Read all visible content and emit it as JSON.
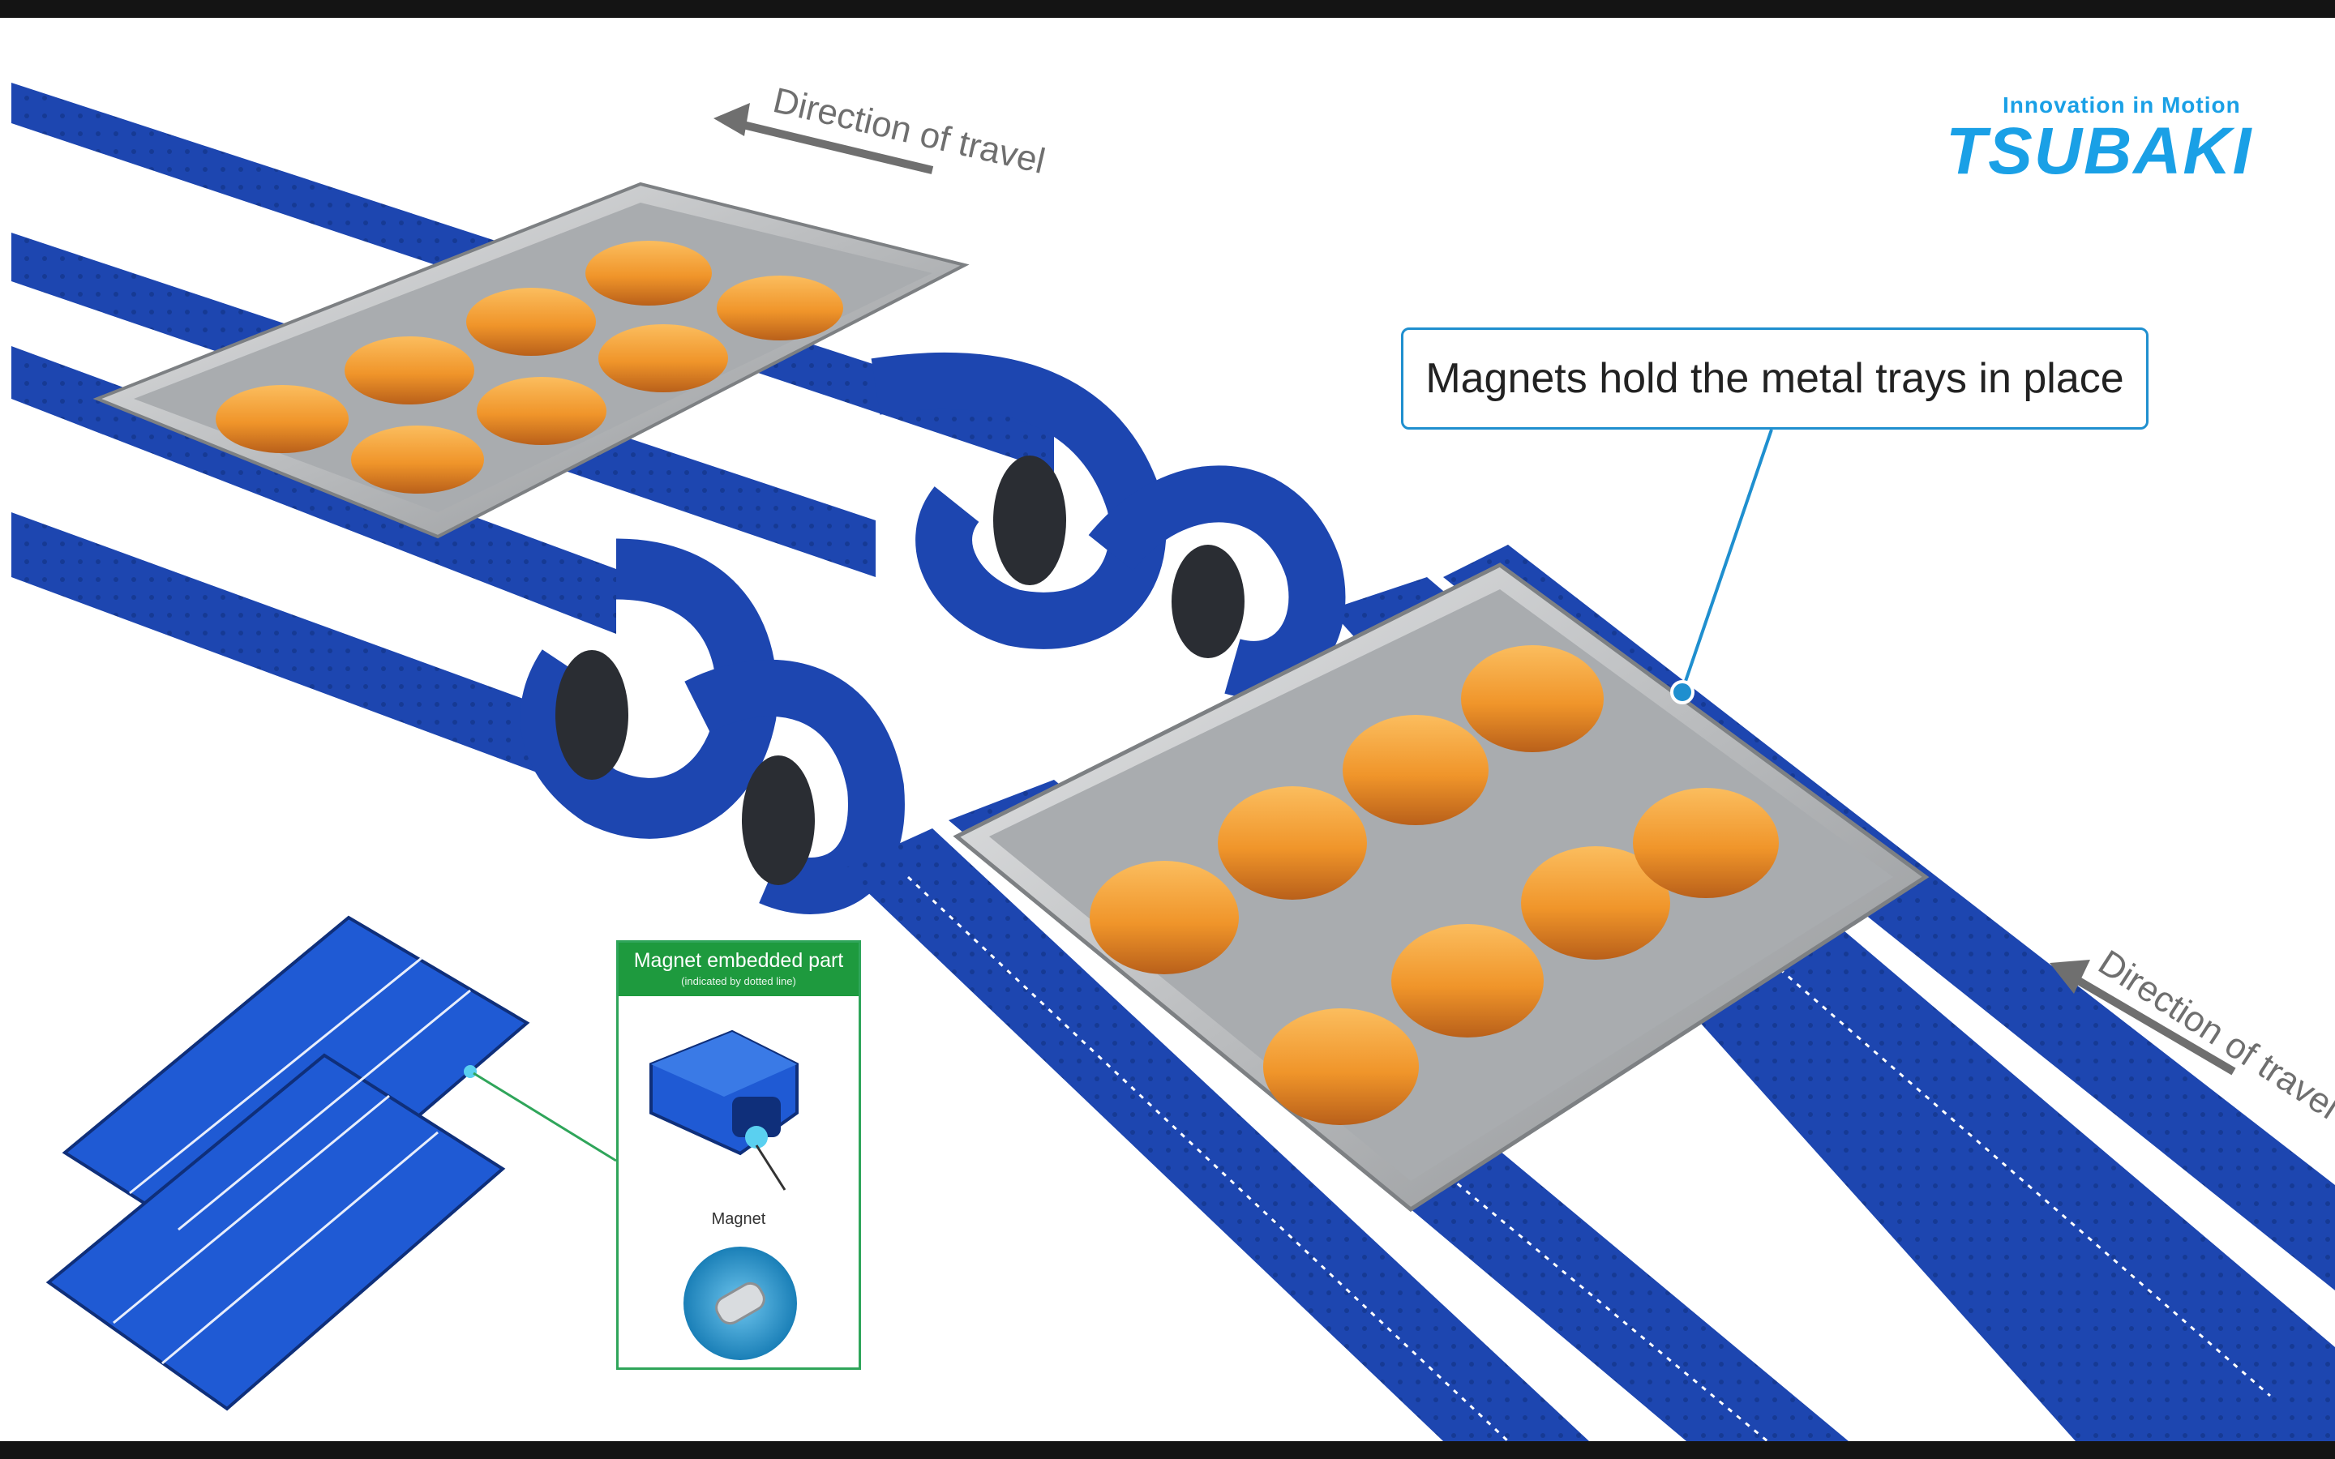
{
  "brand": {
    "tagline": "Innovation in Motion",
    "name": "TSUBAKI",
    "color": "#1aa0e6"
  },
  "labels": {
    "direction_top": "Direction of travel",
    "direction_bottom": "Direction of travel"
  },
  "callout": {
    "text": "Magnets hold the metal trays in place"
  },
  "inset": {
    "title": "Magnet embedded part",
    "subtitle": "(indicated by dotted line)",
    "magnet_label": "Magnet",
    "header_color": "#1e9a3e"
  },
  "colors": {
    "belt": "#1d46b0",
    "belt_dark": "#0f2f7a",
    "tray": "#b9bbbd",
    "bun": "#f0952a",
    "callout_border": "#1f8fcf"
  },
  "trays": [
    {
      "name": "upper tray",
      "bun_count": 8
    },
    {
      "name": "lower tray",
      "bun_count": 8
    }
  ]
}
